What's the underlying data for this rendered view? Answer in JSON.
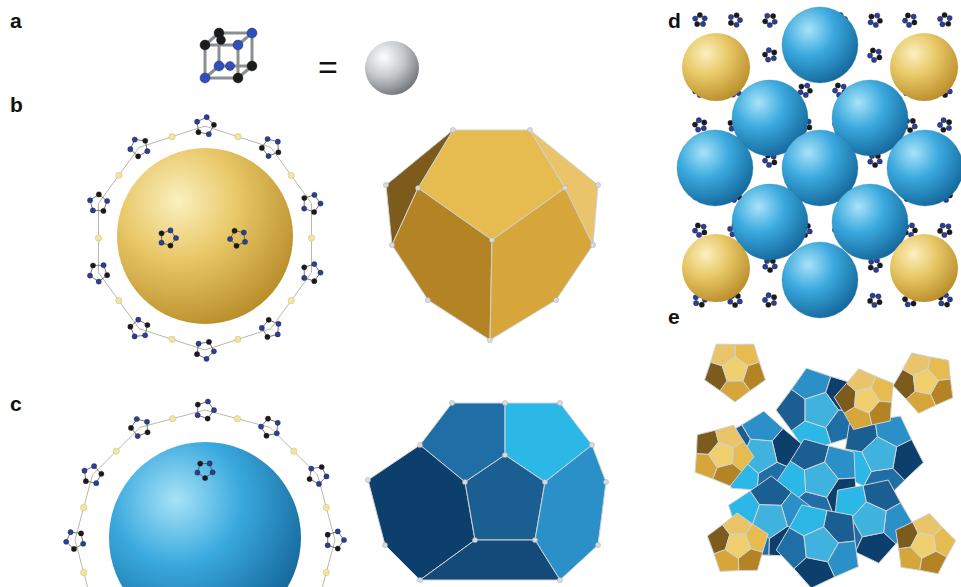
{
  "diagram": {
    "labels": [
      "a",
      "=",
      "b",
      "c",
      "d",
      "e"
    ]
  }
}
